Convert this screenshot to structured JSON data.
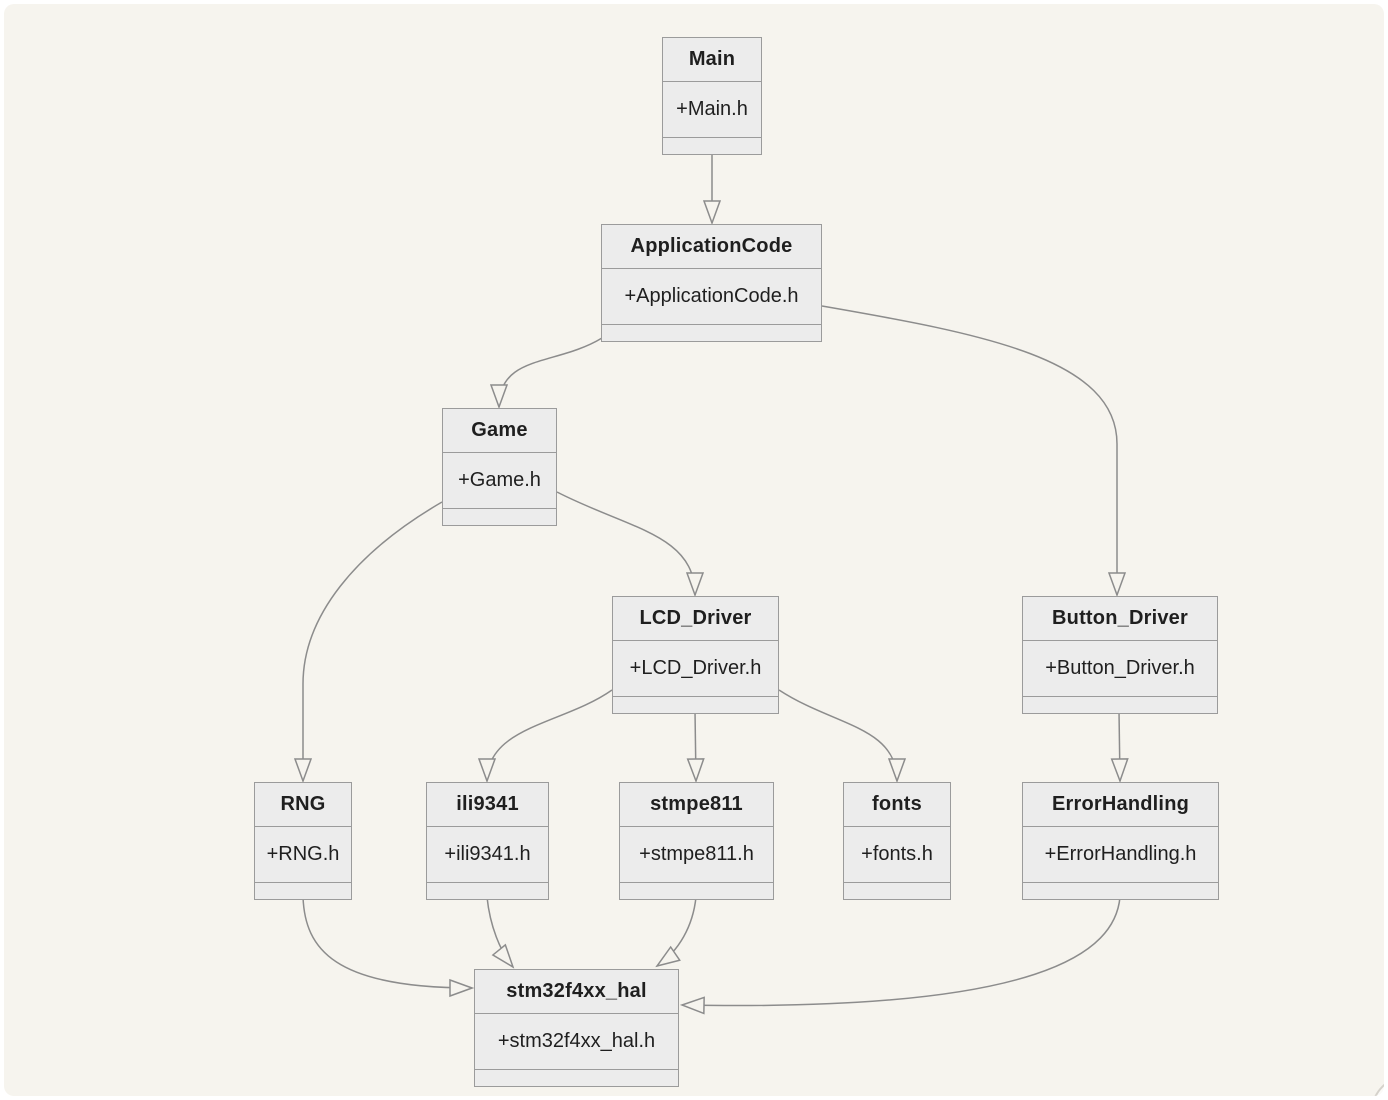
{
  "diagram": {
    "type": "class-dependency-diagram",
    "colors": {
      "canvas_background": "#f6f4ee",
      "page_frame": "#ffffff",
      "node_fill": "#ececec",
      "node_border": "#9b9b9b",
      "edge_color": "#8c8c8c",
      "text_color": "#1f1f1f"
    },
    "nodes": [
      {
        "id": "Main",
        "title": "Main",
        "member": "+Main.h"
      },
      {
        "id": "ApplicationCode",
        "title": "ApplicationCode",
        "member": "+ApplicationCode.h"
      },
      {
        "id": "Game",
        "title": "Game",
        "member": "+Game.h"
      },
      {
        "id": "LCD_Driver",
        "title": "LCD_Driver",
        "member": "+LCD_Driver.h"
      },
      {
        "id": "Button_Driver",
        "title": "Button_Driver",
        "member": "+Button_Driver.h"
      },
      {
        "id": "RNG",
        "title": "RNG",
        "member": "+RNG.h"
      },
      {
        "id": "ili9341",
        "title": "ili9341",
        "member": "+ili9341.h"
      },
      {
        "id": "stmpe811",
        "title": "stmpe811",
        "member": "+stmpe811.h"
      },
      {
        "id": "fonts",
        "title": "fonts",
        "member": "+fonts.h"
      },
      {
        "id": "ErrorHandling",
        "title": "ErrorHandling",
        "member": "+ErrorHandling.h"
      },
      {
        "id": "stm32f4xx_hal",
        "title": "stm32f4xx_hal",
        "member": "+stm32f4xx_hal.h"
      }
    ],
    "edges": [
      {
        "from": "Main",
        "to": "ApplicationCode",
        "style": "hollow-triangle"
      },
      {
        "from": "ApplicationCode",
        "to": "Game",
        "style": "hollow-triangle"
      },
      {
        "from": "ApplicationCode",
        "to": "Button_Driver",
        "style": "hollow-triangle"
      },
      {
        "from": "Game",
        "to": "RNG",
        "style": "hollow-triangle"
      },
      {
        "from": "Game",
        "to": "LCD_Driver",
        "style": "hollow-triangle"
      },
      {
        "from": "LCD_Driver",
        "to": "ili9341",
        "style": "hollow-triangle"
      },
      {
        "from": "LCD_Driver",
        "to": "stmpe811",
        "style": "hollow-triangle"
      },
      {
        "from": "LCD_Driver",
        "to": "fonts",
        "style": "hollow-triangle"
      },
      {
        "from": "Button_Driver",
        "to": "ErrorHandling",
        "style": "hollow-triangle"
      },
      {
        "from": "RNG",
        "to": "stm32f4xx_hal",
        "style": "hollow-triangle"
      },
      {
        "from": "ili9341",
        "to": "stm32f4xx_hal",
        "style": "hollow-triangle"
      },
      {
        "from": "stmpe811",
        "to": "stm32f4xx_hal",
        "style": "hollow-triangle"
      },
      {
        "from": "ErrorHandling",
        "to": "stm32f4xx_hal",
        "style": "hollow-triangle"
      }
    ]
  }
}
